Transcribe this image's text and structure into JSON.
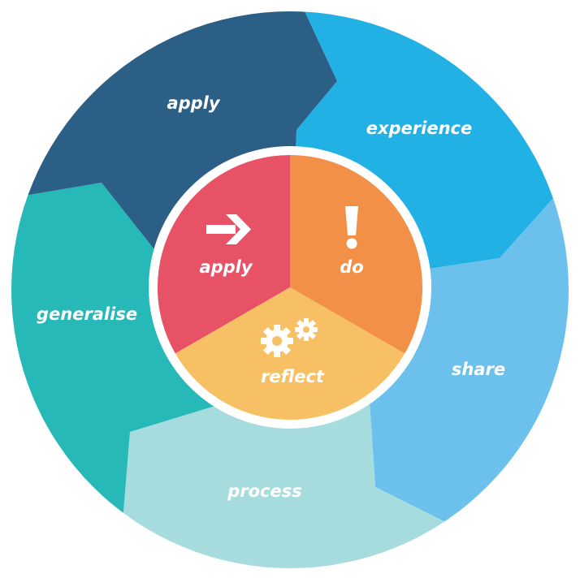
{
  "diagram": {
    "outer_segments": [
      {
        "id": "apply",
        "label": "apply",
        "color": "#2B5F86"
      },
      {
        "id": "experience",
        "label": "experience",
        "color": "#22B1E5"
      },
      {
        "id": "share",
        "label": "share",
        "color": "#6BC1EC"
      },
      {
        "id": "process",
        "label": "process",
        "color": "#A7DCDE"
      },
      {
        "id": "generalise",
        "label": "generalise",
        "color": "#27B9B8"
      }
    ],
    "inner_segments": [
      {
        "id": "apply",
        "label": "apply",
        "color": "#E75267",
        "icon": "arrow-right-icon"
      },
      {
        "id": "do",
        "label": "do",
        "color": "#F29048",
        "icon": "exclamation-icon"
      },
      {
        "id": "reflect",
        "label": "reflect",
        "color": "#F8C064",
        "icon": "gears-icon"
      }
    ],
    "colors": {
      "background": "#FFFFFF",
      "ring_border": "#FFFFFF",
      "label_text": "#FFFFFF"
    }
  }
}
